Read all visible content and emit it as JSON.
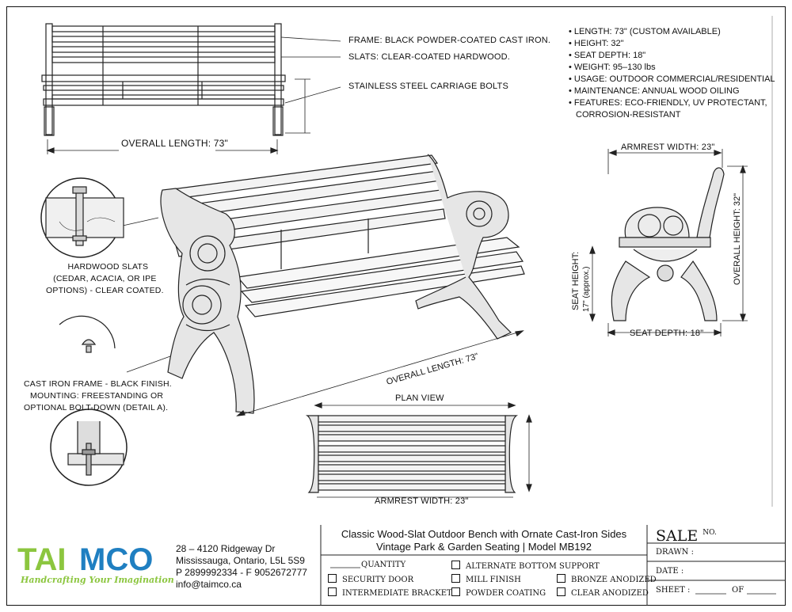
{
  "callouts": {
    "frame": "FRAME: BLACK POWDER-COATED CAST IRON.",
    "slats": "SLATS: CLEAR-COATED HARDWOOD.",
    "bolts": "STAINLESS STEEL CARRIAGE BOLTS",
    "overall_length_top": "OVERALL LENGTH: 73\"",
    "overall_length_iso": "OVERALL LENGTH: 73\"",
    "hardwood_1": "HARDWOOD SLATS",
    "hardwood_2": "(CEDAR, ACACIA, OR IPE",
    "hardwood_3": "OPTIONS) - CLEAR COATED.",
    "castiron_1": "CAST IRON FRAME - BLACK FINISH.",
    "castiron_2": "MOUNTING: FREESTANDING OR",
    "castiron_3": "OPTIONAL BOLT-DOWN (DETAIL A).",
    "armrest_top": "ARMREST WIDTH: 23\"",
    "overall_height": "OVERALL HEIGHT: 32\"",
    "seat_height_1": "SEAT HEIGHT:",
    "seat_height_2": "17\" (approx.)",
    "seat_depth": "SEAT DEPTH: 18\"",
    "plan_view": "PLAN VIEW",
    "armrest_bottom": "ARMREST WIDTH: 23\""
  },
  "specs": [
    "• LENGTH: 73\" (CUSTOM AVAILABLE)",
    "• HEIGHT: 32\"",
    "• SEAT DEPTH: 18\"",
    "• WEIGHT: 95–130 lbs",
    "• USAGE: OUTDOOR COMMERCIAL/RESIDENTIAL",
    "• MAINTENANCE: ANNUAL WOOD OILING",
    "• FEATURES: ECO-FRIENDLY, UV PROTECTANT,",
    "  CORROSION-RESISTANT"
  ],
  "company": {
    "logo_text": "TAIMCO",
    "tagline": "Handcrafting Your Imagination",
    "addr1": "28 – 4120 Ridgeway Dr",
    "addr2": "Mississauga, Ontario, L5L 5S9",
    "phone": "P 2899992334 - F 9052672777",
    "email": "info@taimco.ca",
    "colors": {
      "green": "#8cc63f",
      "blue": "#1f7fc1"
    }
  },
  "product": {
    "title1": "Classic Wood-Slat Outdoor Bench with Ornate Cast-Iron Sides",
    "title2": "Vintage Park & Garden Seating | Model MB192"
  },
  "options": {
    "quantity": "QUANTITY",
    "security_door": "SECURITY DOOR",
    "intermediate_bracket": "INTERMEDIATE BRACKET",
    "alternate_bottom": "ALTERNATE BOTTOM SUPPORT",
    "mill_finish": "MILL FINISH",
    "powder_coating": "POWDER COATING",
    "bronze_anodized": "BRONZE ANODIZED",
    "clear_anodized": "CLEAR ANODIZED"
  },
  "sale": {
    "title": "SALE",
    "no": "NO.",
    "drawn": "DRAWN :",
    "date": "DATE :",
    "sheet": "SHEET :",
    "of": "OF"
  }
}
